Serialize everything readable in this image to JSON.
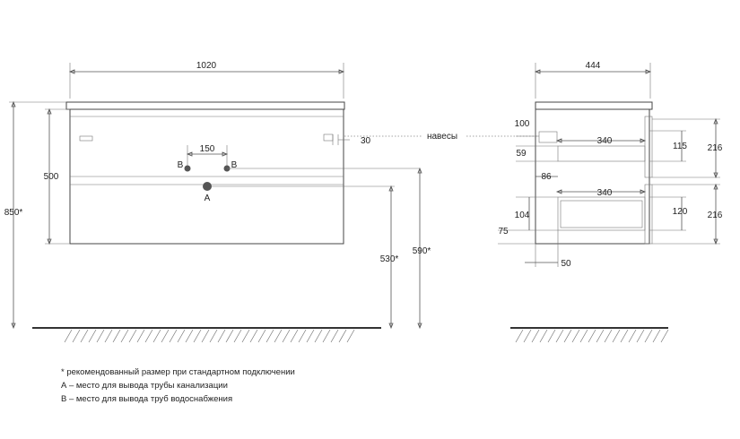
{
  "front_view": {
    "width": "1020",
    "height_body": "500",
    "height_total": "850*",
    "pipe_spacing": "150",
    "label_b_left": "B",
    "label_b_right": "B",
    "label_a": "A",
    "hanger_offset": "30",
    "height_a": "530*",
    "height_b": "590*"
  },
  "side_view": {
    "depth": "444",
    "hangers_label": "навесы",
    "dim_100": "100",
    "dim_340_top": "340",
    "dim_115": "115",
    "dim_59": "59",
    "dim_216_top": "216",
    "dim_86": "86",
    "dim_340_bottom": "340",
    "dim_104": "104",
    "dim_120": "120",
    "dim_216_bottom": "216",
    "dim_75": "75",
    "dim_50": "50"
  },
  "legend": {
    "note_recommended": "* рекомендованный размер при стандартном подключении",
    "note_a": "А – место для вывода трубы канализации",
    "note_b": "В – место для вывода труб водоснабжения"
  }
}
